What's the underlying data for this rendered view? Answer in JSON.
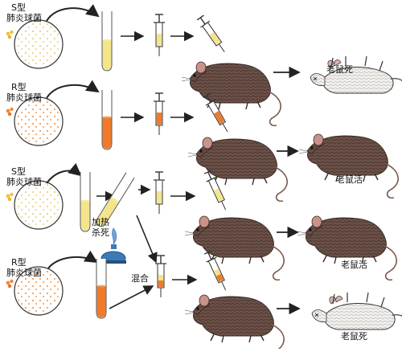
{
  "labels": {
    "s_type": "S型",
    "r_type": "R型",
    "bacterium": "肺炎球菌",
    "heat": "加热",
    "kill": "杀死",
    "mix": "混合"
  },
  "outcomes": {
    "row1": "老鼠死",
    "row2": "老鼠活",
    "row3": "老鼠活",
    "row4": "老鼠死"
  },
  "colors": {
    "yellow_liquid": "#f4e58c",
    "orange_liquid": "#f07a2a",
    "mouse_body": "#6b5147",
    "arrow": "#222222",
    "flame": "#3c7bb8"
  }
}
